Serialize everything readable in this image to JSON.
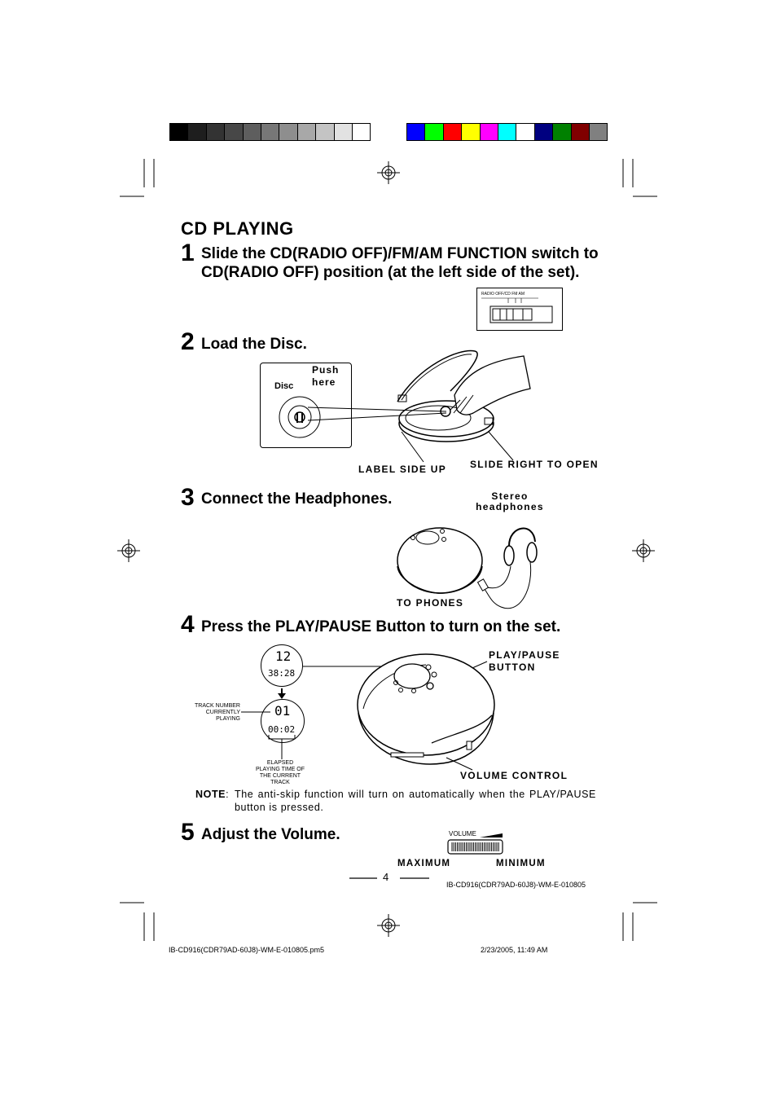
{
  "color_bar": {
    "grays": [
      "#000000",
      "#1e1e1e",
      "#333333",
      "#474747",
      "#5e5e5e",
      "#777777",
      "#8e8e8e",
      "#a8a8a8",
      "#c4c4c4",
      "#e2e2e2",
      "#ffffff"
    ],
    "colors": [
      "#0000ff",
      "#00ff00",
      "#ff0000",
      "#ffff00",
      "#ff00ff",
      "#00ffff",
      "#ffffff",
      "#000080",
      "#008000",
      "#800000",
      "#808080"
    ]
  },
  "section_title": "CD PLAYING",
  "steps": [
    {
      "num": "1",
      "text": "Slide the CD(RADIO OFF)/FM/AM FUNCTION switch to CD(RADIO OFF) position (at the left side of the set)."
    },
    {
      "num": "2",
      "text": "Load the Disc."
    },
    {
      "num": "3",
      "text": "Connect the Headphones."
    },
    {
      "num": "4",
      "text": "Press the PLAY/PAUSE Button to turn on the set."
    },
    {
      "num": "5",
      "text": "Adjust the Volume."
    }
  ],
  "switch_diagram": {
    "label": "RADIO OFF/CD FM AM"
  },
  "disc_figure": {
    "disc_label": "Disc",
    "push_label": "Push here",
    "label_side_up": "LABEL SIDE UP",
    "slide_right": "SLIDE RIGHT TO OPEN"
  },
  "headphones_figure": {
    "stereo_label": "Stereo headphones",
    "to_phones": "TO PHONES"
  },
  "play_figure": {
    "lcd_top_track": "12",
    "lcd_top_time": "38:28",
    "lcd_bottom_track": "01",
    "lcd_bottom_time": "00:02",
    "track_number_label": "TRACK NUMBER CURRENTLY PLAYING",
    "elapsed_label": "ELAPSED PLAYING TIME OF THE CURRENT TRACK",
    "play_pause_label": "PLAY/PAUSE BUTTON",
    "volume_control_label": "VOLUME CONTROL"
  },
  "note": {
    "label": "NOTE",
    "text": "The anti-skip function will turn on automatically when the PLAY/PAUSE button is pressed."
  },
  "volume_figure": {
    "volume_label": "VOLUME",
    "maximum": "MAXIMUM",
    "minimum": "MINIMUM"
  },
  "page_number": "4",
  "doc_code": "IB-CD916(CDR79AD-60J8)-WM-E-010805",
  "footer_left": "IB-CD916(CDR79AD-60J8)-WM-E-010805.pm5",
  "footer_right": "2/23/2005, 11:49 AM"
}
